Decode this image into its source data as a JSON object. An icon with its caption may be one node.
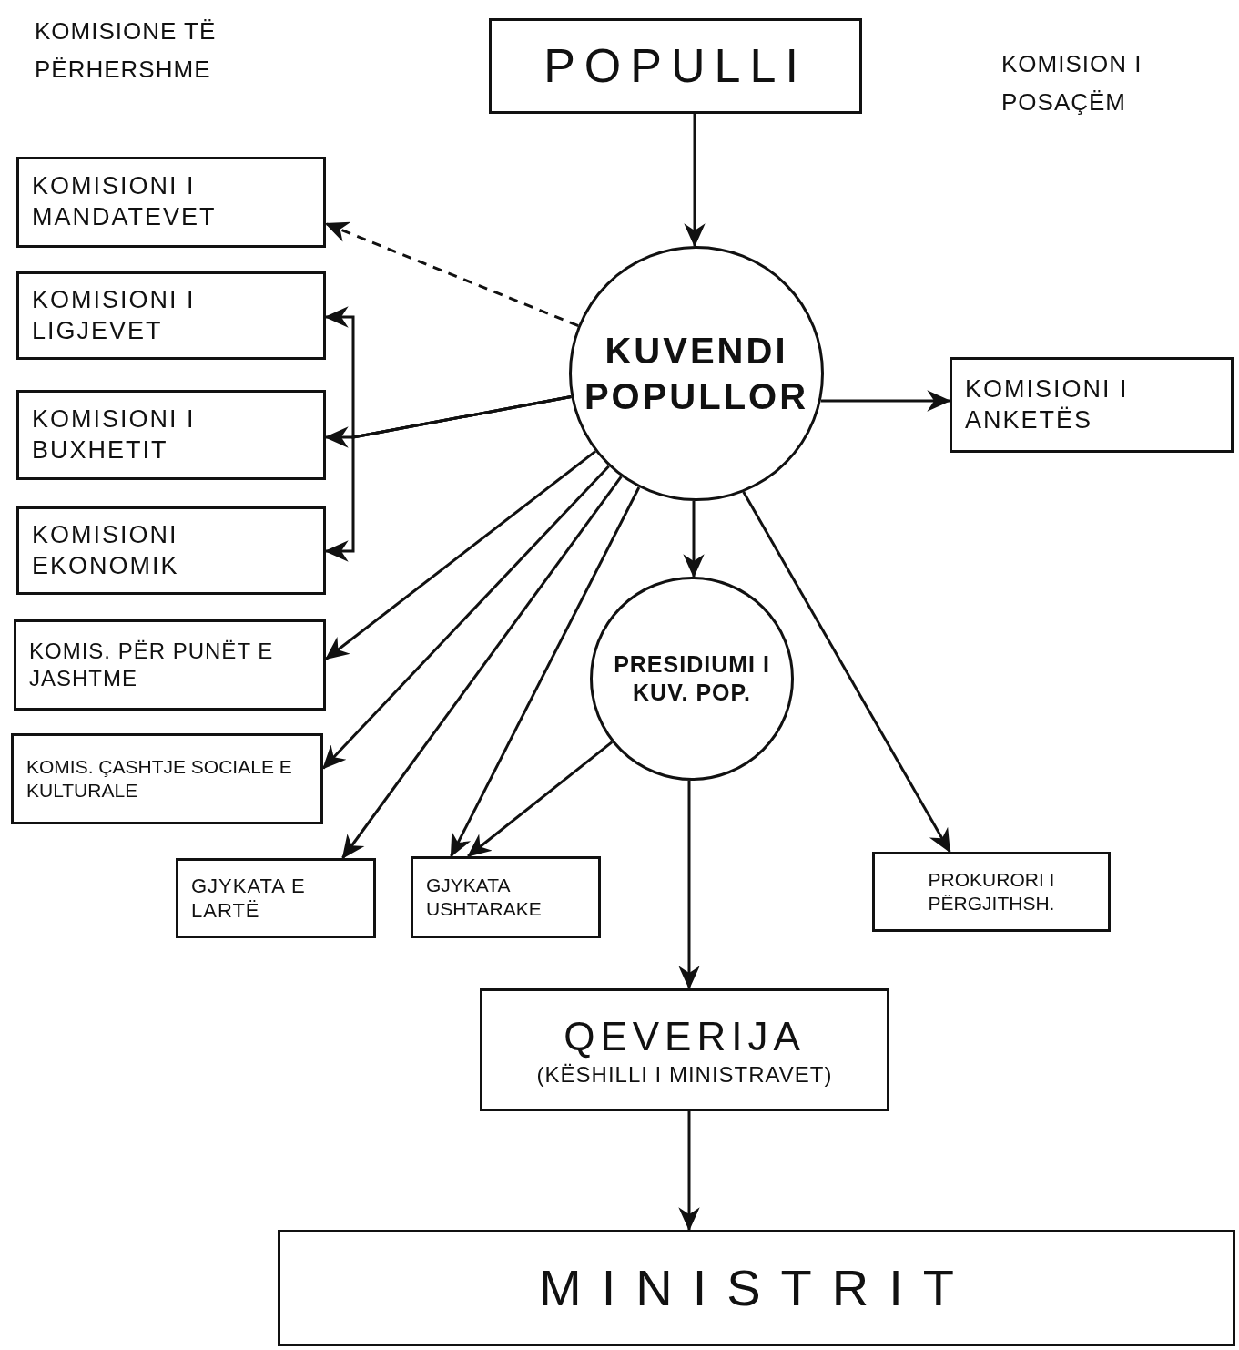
{
  "diagram": {
    "nodes": [
      {
        "text": [
          "POPULLI"
        ]
      },
      {
        "text": [
          "KUVENDI POPULLOR"
        ]
      },
      {
        "text": [
          "KOMISIONI I MANDATEVET"
        ]
      },
      {
        "text": [
          "KOMISIONI I LIGJEVET"
        ]
      },
      {
        "text": [
          "KOMISIONI I BUXHETIT"
        ]
      },
      {
        "text": [
          "KOMISIONI EKONOMIK"
        ]
      },
      {
        "text": [
          "KOMIS. PËR PUNËT E JASHTME"
        ]
      },
      {
        "text": [
          "KOMIS. ÇASHTJE SOCIALE E KULTURALE"
        ]
      },
      {
        "text": [
          "KOMISIONI I ANKETËS"
        ]
      },
      {
        "text": [
          "PRESIDIUMI I KUV. POP."
        ]
      },
      {
        "text": [
          "GJYKATA E LARTË"
        ]
      },
      {
        "text": [
          "GJYKATA USHTARAKE"
        ]
      },
      {
        "text": [
          "PROKURORI I PËRGJITHSH."
        ]
      },
      {
        "text": [
          "QEVERIJA",
          "(KËSHILLI I MINISTRAVET)"
        ]
      },
      {
        "text": [
          "MINISTRIT"
        ]
      }
    ],
    "edges": [
      {
        "from": 0,
        "to": 1,
        "arrow": "to"
      },
      {
        "from": 1,
        "to": 2,
        "arrow": "to",
        "style": "dashed"
      },
      {
        "from": 1,
        "to": 3,
        "arrow": "to"
      },
      {
        "from": 1,
        "to": 4,
        "arrow": "to"
      },
      {
        "from": 1,
        "to": 5,
        "arrow": "to"
      },
      {
        "from": 1,
        "to": 6,
        "arrow": "to"
      },
      {
        "from": 1,
        "to": 7,
        "arrow": "to"
      },
      {
        "from": 1,
        "to": 10,
        "arrow": "to"
      },
      {
        "from": 1,
        "to": 11,
        "arrow": "to"
      },
      {
        "from": 9,
        "to": 11,
        "arrow": "to"
      },
      {
        "from": 1,
        "to": 9,
        "arrow": "to"
      },
      {
        "from": 1,
        "to": 12,
        "arrow": "to"
      },
      {
        "from": 1,
        "to": 8,
        "arrow": "to"
      },
      {
        "from": 9,
        "to": 13,
        "arrow": "to"
      },
      {
        "from": 13,
        "to": 14,
        "arrow": "to"
      }
    ],
    "labels": [
      "KOMISIONE TË PËRHERSHME",
      "KOMISION I POSAÇËM"
    ]
  }
}
